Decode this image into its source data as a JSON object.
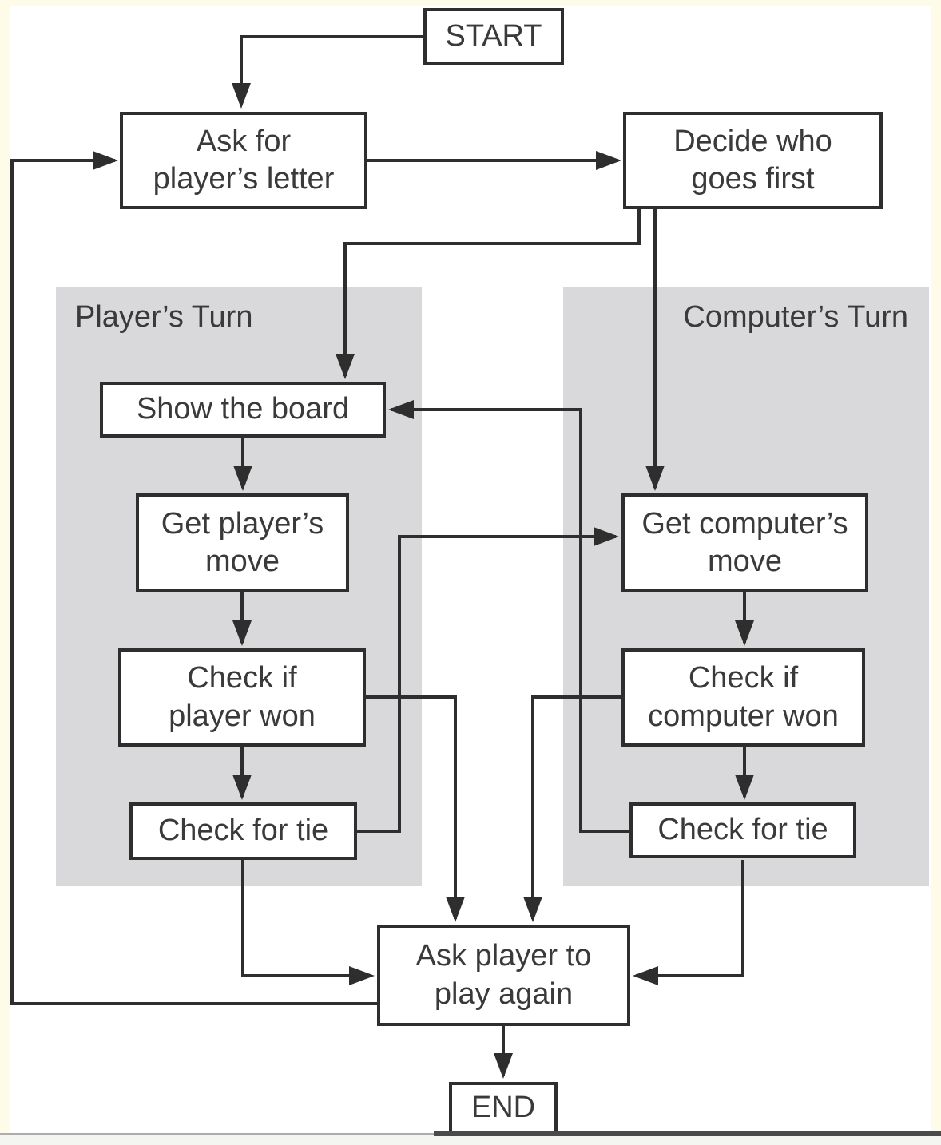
{
  "regions": {
    "player_turn": {
      "label": "Player’s Turn"
    },
    "computer_turn": {
      "label": "Computer’s Turn"
    }
  },
  "nodes": {
    "start": {
      "label": "START",
      "lines": [
        "START"
      ]
    },
    "ask_letter": {
      "label": "Ask for player’s letter",
      "lines": [
        "Ask for",
        "player’s letter"
      ]
    },
    "decide_first": {
      "label": "Decide who goes first",
      "lines": [
        "Decide who",
        "goes first"
      ]
    },
    "show_board": {
      "label": "Show the board",
      "lines": [
        "Show the board"
      ]
    },
    "get_player_move": {
      "label": "Get player’s move",
      "lines": [
        "Get player’s",
        "move"
      ]
    },
    "check_player_won": {
      "label": "Check if player won",
      "lines": [
        "Check if",
        "player won"
      ]
    },
    "check_tie_player": {
      "label": "Check for tie",
      "lines": [
        "Check for tie"
      ]
    },
    "get_computer_move": {
      "label": "Get computer’s move",
      "lines": [
        "Get computer’s",
        "move"
      ]
    },
    "check_computer_won": {
      "label": "Check if computer won",
      "lines": [
        "Check if",
        "computer won"
      ]
    },
    "check_tie_computer": {
      "label": "Check for tie",
      "lines": [
        "Check for tie"
      ]
    },
    "ask_play_again": {
      "label": "Ask player to play again",
      "lines": [
        "Ask player to",
        "play again"
      ]
    },
    "end": {
      "label": "END",
      "lines": [
        "END"
      ]
    }
  },
  "edges": [
    {
      "from": "start",
      "to": "ask_letter"
    },
    {
      "from": "ask_letter",
      "to": "decide_first"
    },
    {
      "from": "decide_first",
      "to": "show_board"
    },
    {
      "from": "decide_first",
      "to": "get_computer_move"
    },
    {
      "from": "show_board",
      "to": "get_player_move"
    },
    {
      "from": "get_player_move",
      "to": "check_player_won"
    },
    {
      "from": "check_player_won",
      "to": "check_tie_player"
    },
    {
      "from": "check_player_won",
      "to": "ask_play_again"
    },
    {
      "from": "check_tie_player",
      "to": "get_computer_move"
    },
    {
      "from": "check_tie_player",
      "to": "ask_play_again"
    },
    {
      "from": "get_computer_move",
      "to": "check_computer_won"
    },
    {
      "from": "check_computer_won",
      "to": "check_tie_computer"
    },
    {
      "from": "check_computer_won",
      "to": "ask_play_again"
    },
    {
      "from": "check_tie_computer",
      "to": "show_board"
    },
    {
      "from": "check_tie_computer",
      "to": "ask_play_again"
    },
    {
      "from": "ask_play_again",
      "to": "ask_letter"
    },
    {
      "from": "ask_play_again",
      "to": "end"
    }
  ],
  "colors": {
    "page_background": "#FFFBE9",
    "canvas": "#FFFFFF",
    "region_fill": "#D9D9DB",
    "line": "#2E2E2E",
    "text": "#3A3A3A"
  }
}
